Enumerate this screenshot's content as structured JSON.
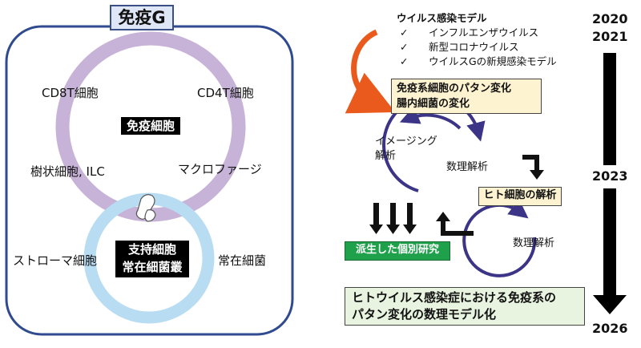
{
  "left_panel": {
    "title": "免疫G",
    "immune_center_label": "免疫細胞",
    "immune_cells": [
      "CD8T細胞",
      "CD4T細胞",
      "樹状細胞, ILC",
      "マクロファージ"
    ],
    "support_center_label": [
      "支持細胞",
      "常在細菌叢"
    ],
    "support_cells": [
      "ストローマ細胞",
      "常在細菌"
    ]
  },
  "right_panel": {
    "model_list_title": "ウイルス感染モデル",
    "models": [
      "インフルエンザウイルス",
      "新型コロナウイルス",
      "ウイルスGの新規感染モデル"
    ],
    "check_mark": "✓",
    "change_box": [
      "免疫系細胞のパタン変化",
      "腸内細菌の変化"
    ],
    "cycle_labels": {
      "imaging": [
        "イメージング",
        "解析"
      ],
      "math1": "数理解析",
      "math2": "数理解析"
    },
    "human_cell_box": "ヒト細胞の解析",
    "derived_box": "派生した個別研究",
    "goal_box": [
      "ヒトウイルス感染症における免疫系の",
      "パタン変化の数理モデル化"
    ]
  },
  "timeline": {
    "years": [
      "2020",
      "2021",
      "2023",
      "2026"
    ]
  },
  "colors": {
    "immune_ring": "#c7b2d8",
    "support_ring": "#b8dcf2",
    "frame": "#2f4a8f",
    "orange_arrow": "#ea5a1d",
    "navy_cycle": "#3b3487",
    "change_box_fill": "#fdf3d1",
    "human_box_fill": "#fdf3d1",
    "derived_box_fill": "#1fa04a",
    "goal_box_fill": "#e8f3e0"
  }
}
